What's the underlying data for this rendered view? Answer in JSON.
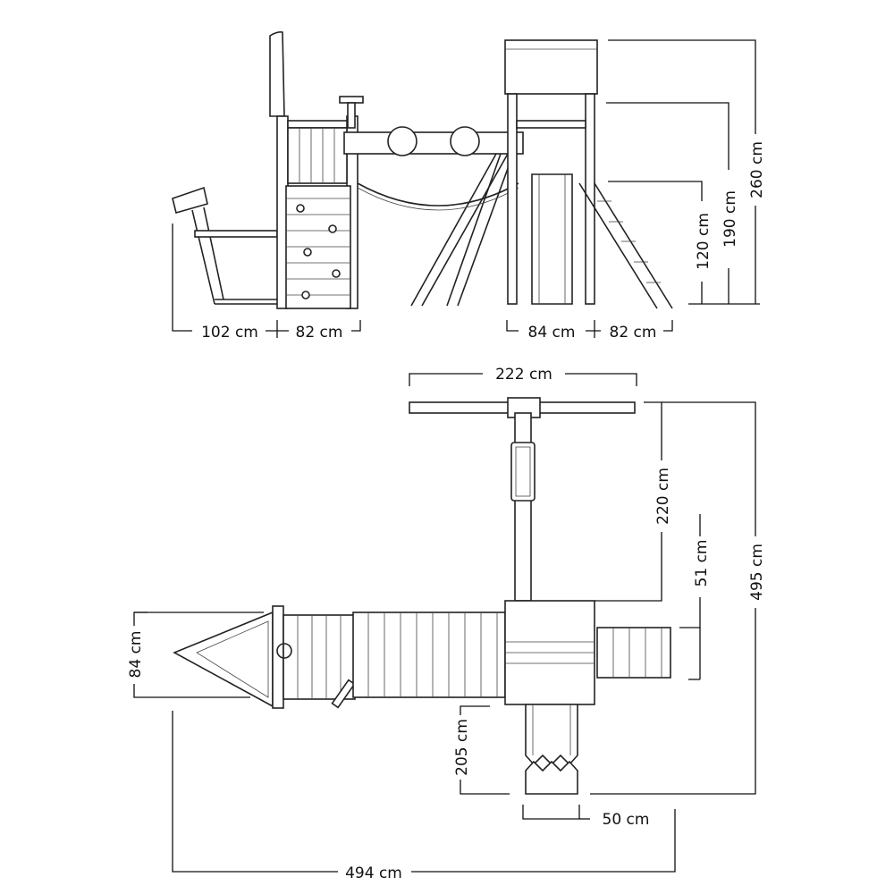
{
  "side_view": {
    "dims": {
      "bench_width": "102 cm",
      "tower_left_width": "82 cm",
      "tower_right_width": "84 cm",
      "ladder_width": "82 cm",
      "platform_height": "120 cm",
      "tower_height": "190 cm",
      "total_height": "260 cm"
    }
  },
  "plan_view": {
    "dims": {
      "swing_beam_width": "222 cm",
      "swing_length": "220 cm",
      "ladder_depth": "51 cm",
      "total_depth": "495 cm",
      "ship_width": "84 cm",
      "slide_length": "205 cm",
      "slide_width": "50 cm",
      "total_length": "494 cm"
    }
  }
}
